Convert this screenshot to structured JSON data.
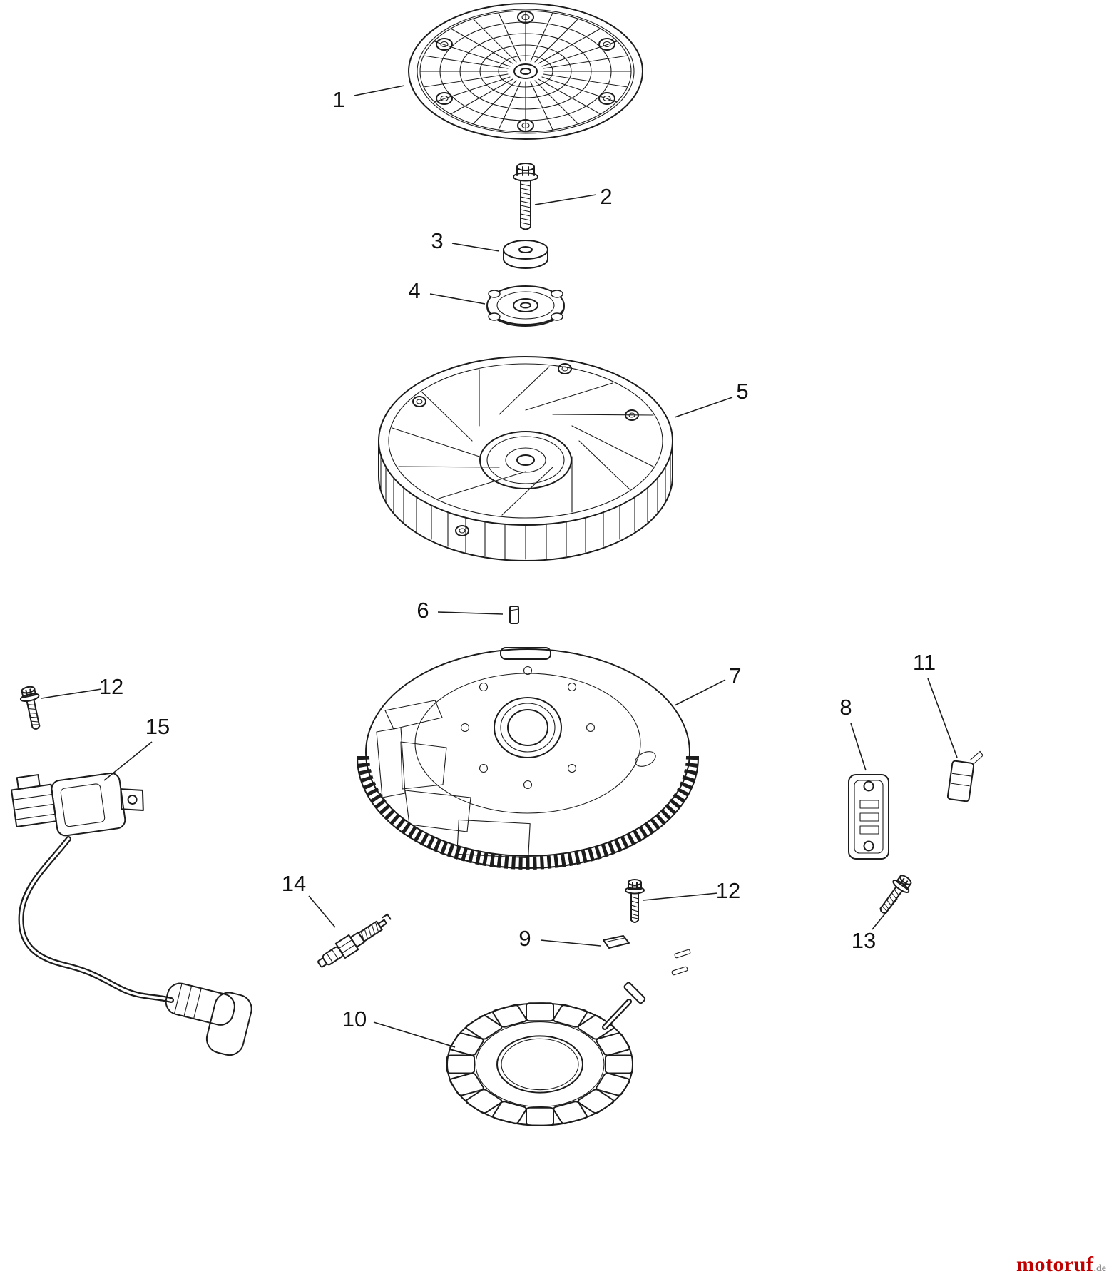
{
  "callouts": {
    "c1": "1",
    "c2": "2",
    "c3": "3",
    "c4": "4",
    "c5": "5",
    "c6": "6",
    "c7": "7",
    "c8": "8",
    "c9": "9",
    "c10": "10",
    "c11": "11",
    "c12_left": "12",
    "c12_right": "12",
    "c13": "13",
    "c14": "14",
    "c15": "15"
  },
  "watermark": {
    "brand": "motoruf",
    "suffix": ".de"
  },
  "colors": {
    "line": "#1c1c1c",
    "background": "#ffffff",
    "watermark_brand": "#c00000",
    "watermark_suffix": "#8a8a8a"
  }
}
